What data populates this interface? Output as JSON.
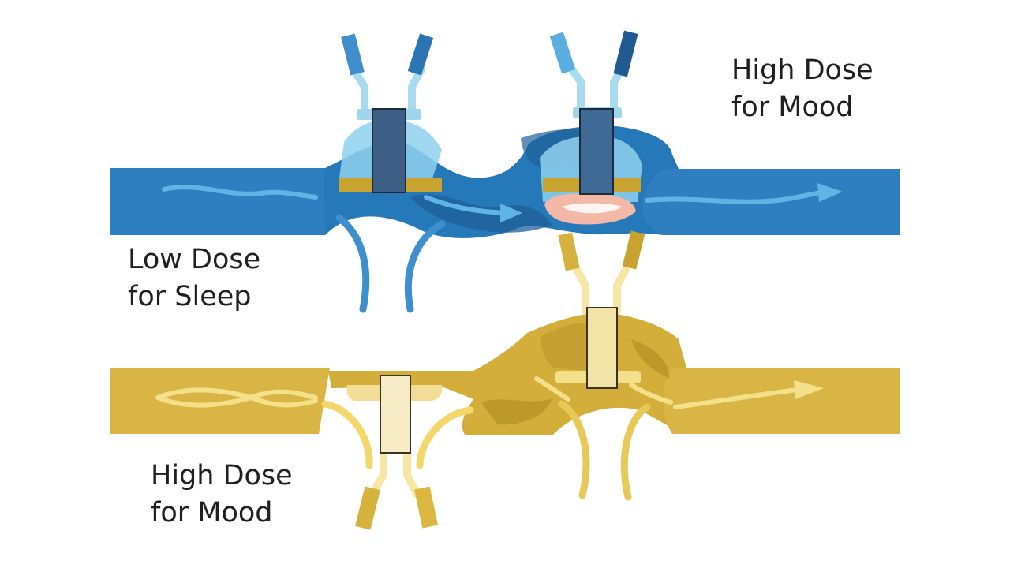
{
  "labels": {
    "top_right": {
      "line1": "High Dose",
      "line2": "for Mood"
    },
    "left_middle": {
      "line1": "Low Dose",
      "line2": "for Sleep"
    },
    "bottom_left": {
      "line1": "High Dose",
      "line2": "for Mood"
    }
  },
  "colors": {
    "blue_channel": "#2e7fc0",
    "blue_dark": "#1f5f98",
    "blue_light": "#8fd0ee",
    "blue_arrow": "#5fb4e6",
    "blue_block": "#3d5f85",
    "gold_channel": "#d9b545",
    "gold_dark": "#c9a330",
    "gold_light": "#f5e08a",
    "gold_block": "#f2e3a6",
    "salmon": "#f3b9a6",
    "text": "#1f1f1f",
    "background": "#ffffff"
  },
  "icons": {
    "flow_arrow": "arrow-right",
    "valve": "valve-block"
  }
}
